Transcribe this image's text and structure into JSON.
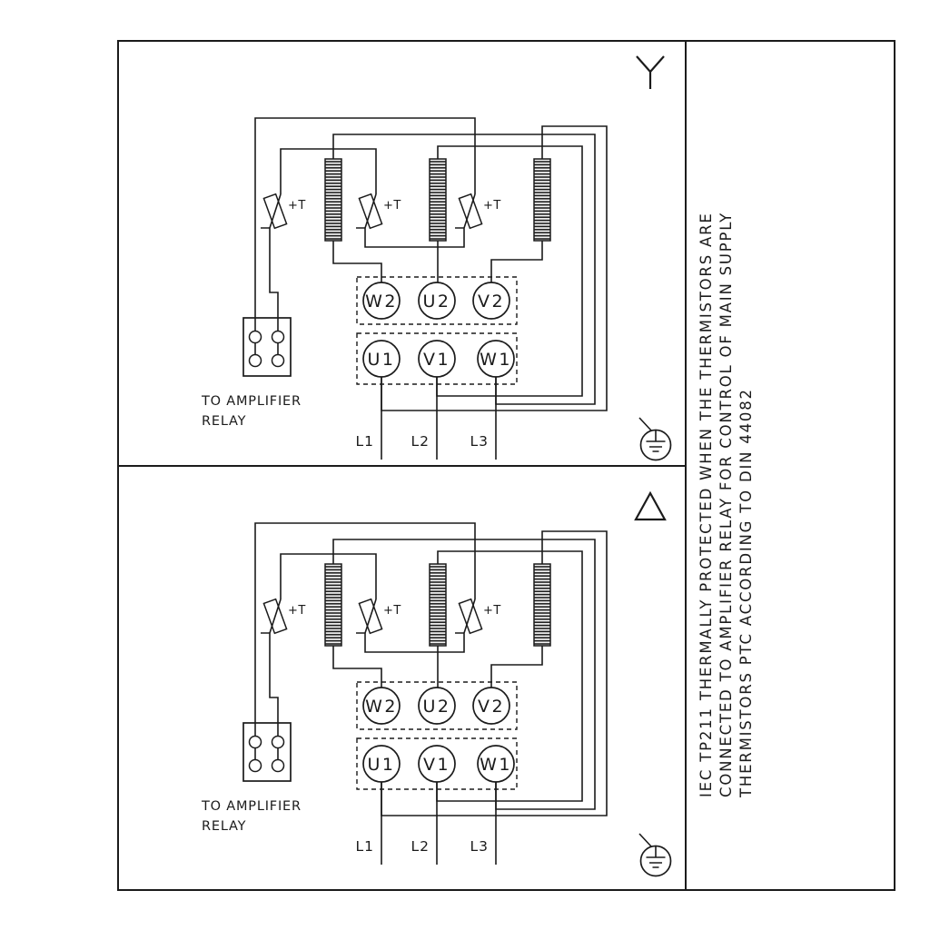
{
  "ink_color": "#1b1b1b",
  "background_color": "#ffffff",
  "note": {
    "lines": [
      "IEC TP211 THERMALLY PROTECTED WHEN THE THERMISTORS ARE",
      "CONNECTED TO AMPLIFIER RELAY FOR CONTROL OF MAIN SUPPLY",
      "THERMISTORS PTC ACCORDING TO DIN 44082"
    ]
  },
  "panels": [
    {
      "id": "star",
      "connection_symbol": "star",
      "relay_label": [
        "TO AMPLIFIER",
        "RELAY"
      ],
      "thermistor_labels": [
        "+T",
        "+T",
        "+T"
      ],
      "terminals_top": [
        "W2",
        "U2",
        "V2"
      ],
      "terminals_bottom": [
        "U1",
        "V1",
        "W1"
      ],
      "supply_lines": [
        "L1",
        "L2",
        "L3"
      ]
    },
    {
      "id": "delta",
      "connection_symbol": "delta",
      "relay_label": [
        "TO AMPLIFIER",
        "RELAY"
      ],
      "thermistor_labels": [
        "+T",
        "+T",
        "+T"
      ],
      "terminals_top": [
        "W2",
        "U2",
        "V2"
      ],
      "terminals_bottom": [
        "U1",
        "V1",
        "W1"
      ],
      "supply_lines": [
        "L1",
        "L2",
        "L3"
      ]
    }
  ]
}
